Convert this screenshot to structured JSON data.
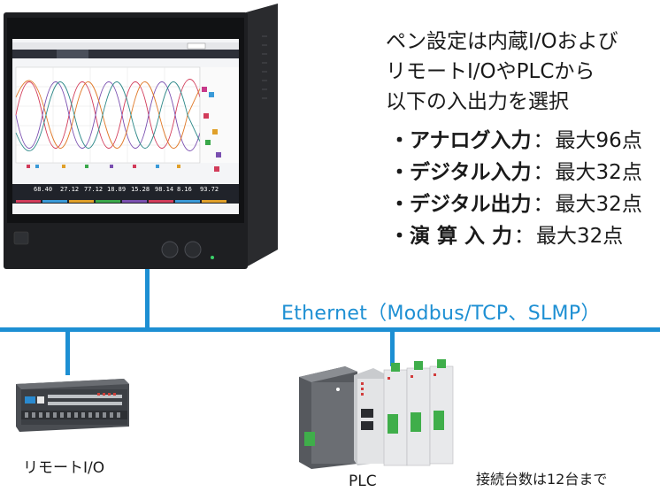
{
  "description": {
    "lines": [
      "ペン設定は内蔵I/Oおよび",
      "リモートI/OやPLCから",
      "以下の入出力を選択"
    ],
    "items": [
      {
        "label": "・アナログ入力",
        "value": "最大96点"
      },
      {
        "label": "・デジタル入力",
        "value": "最大32点"
      },
      {
        "label": "・デジタル出力",
        "value": "最大32点"
      },
      {
        "label": "・演 算 入 力",
        "value": "最大32点"
      }
    ],
    "separator": "："
  },
  "network": {
    "ethernet_label": "Ethernet（Modbus/TCP、SLMP）"
  },
  "devices": {
    "remote_io_label": "リモートI/O",
    "plc_label": "PLC",
    "plc_note": "接続台数は12台まで"
  },
  "recorder_screen": {
    "readouts": [
      "68.40",
      "27.12",
      "77.12",
      "18.89",
      "15.28",
      "98.14",
      "8.16",
      "93.72"
    ]
  },
  "colors": {
    "network_line": "#1d8fd3",
    "ethernet_text": "#1d8fd3",
    "recorder_body": "#1e1f22"
  }
}
